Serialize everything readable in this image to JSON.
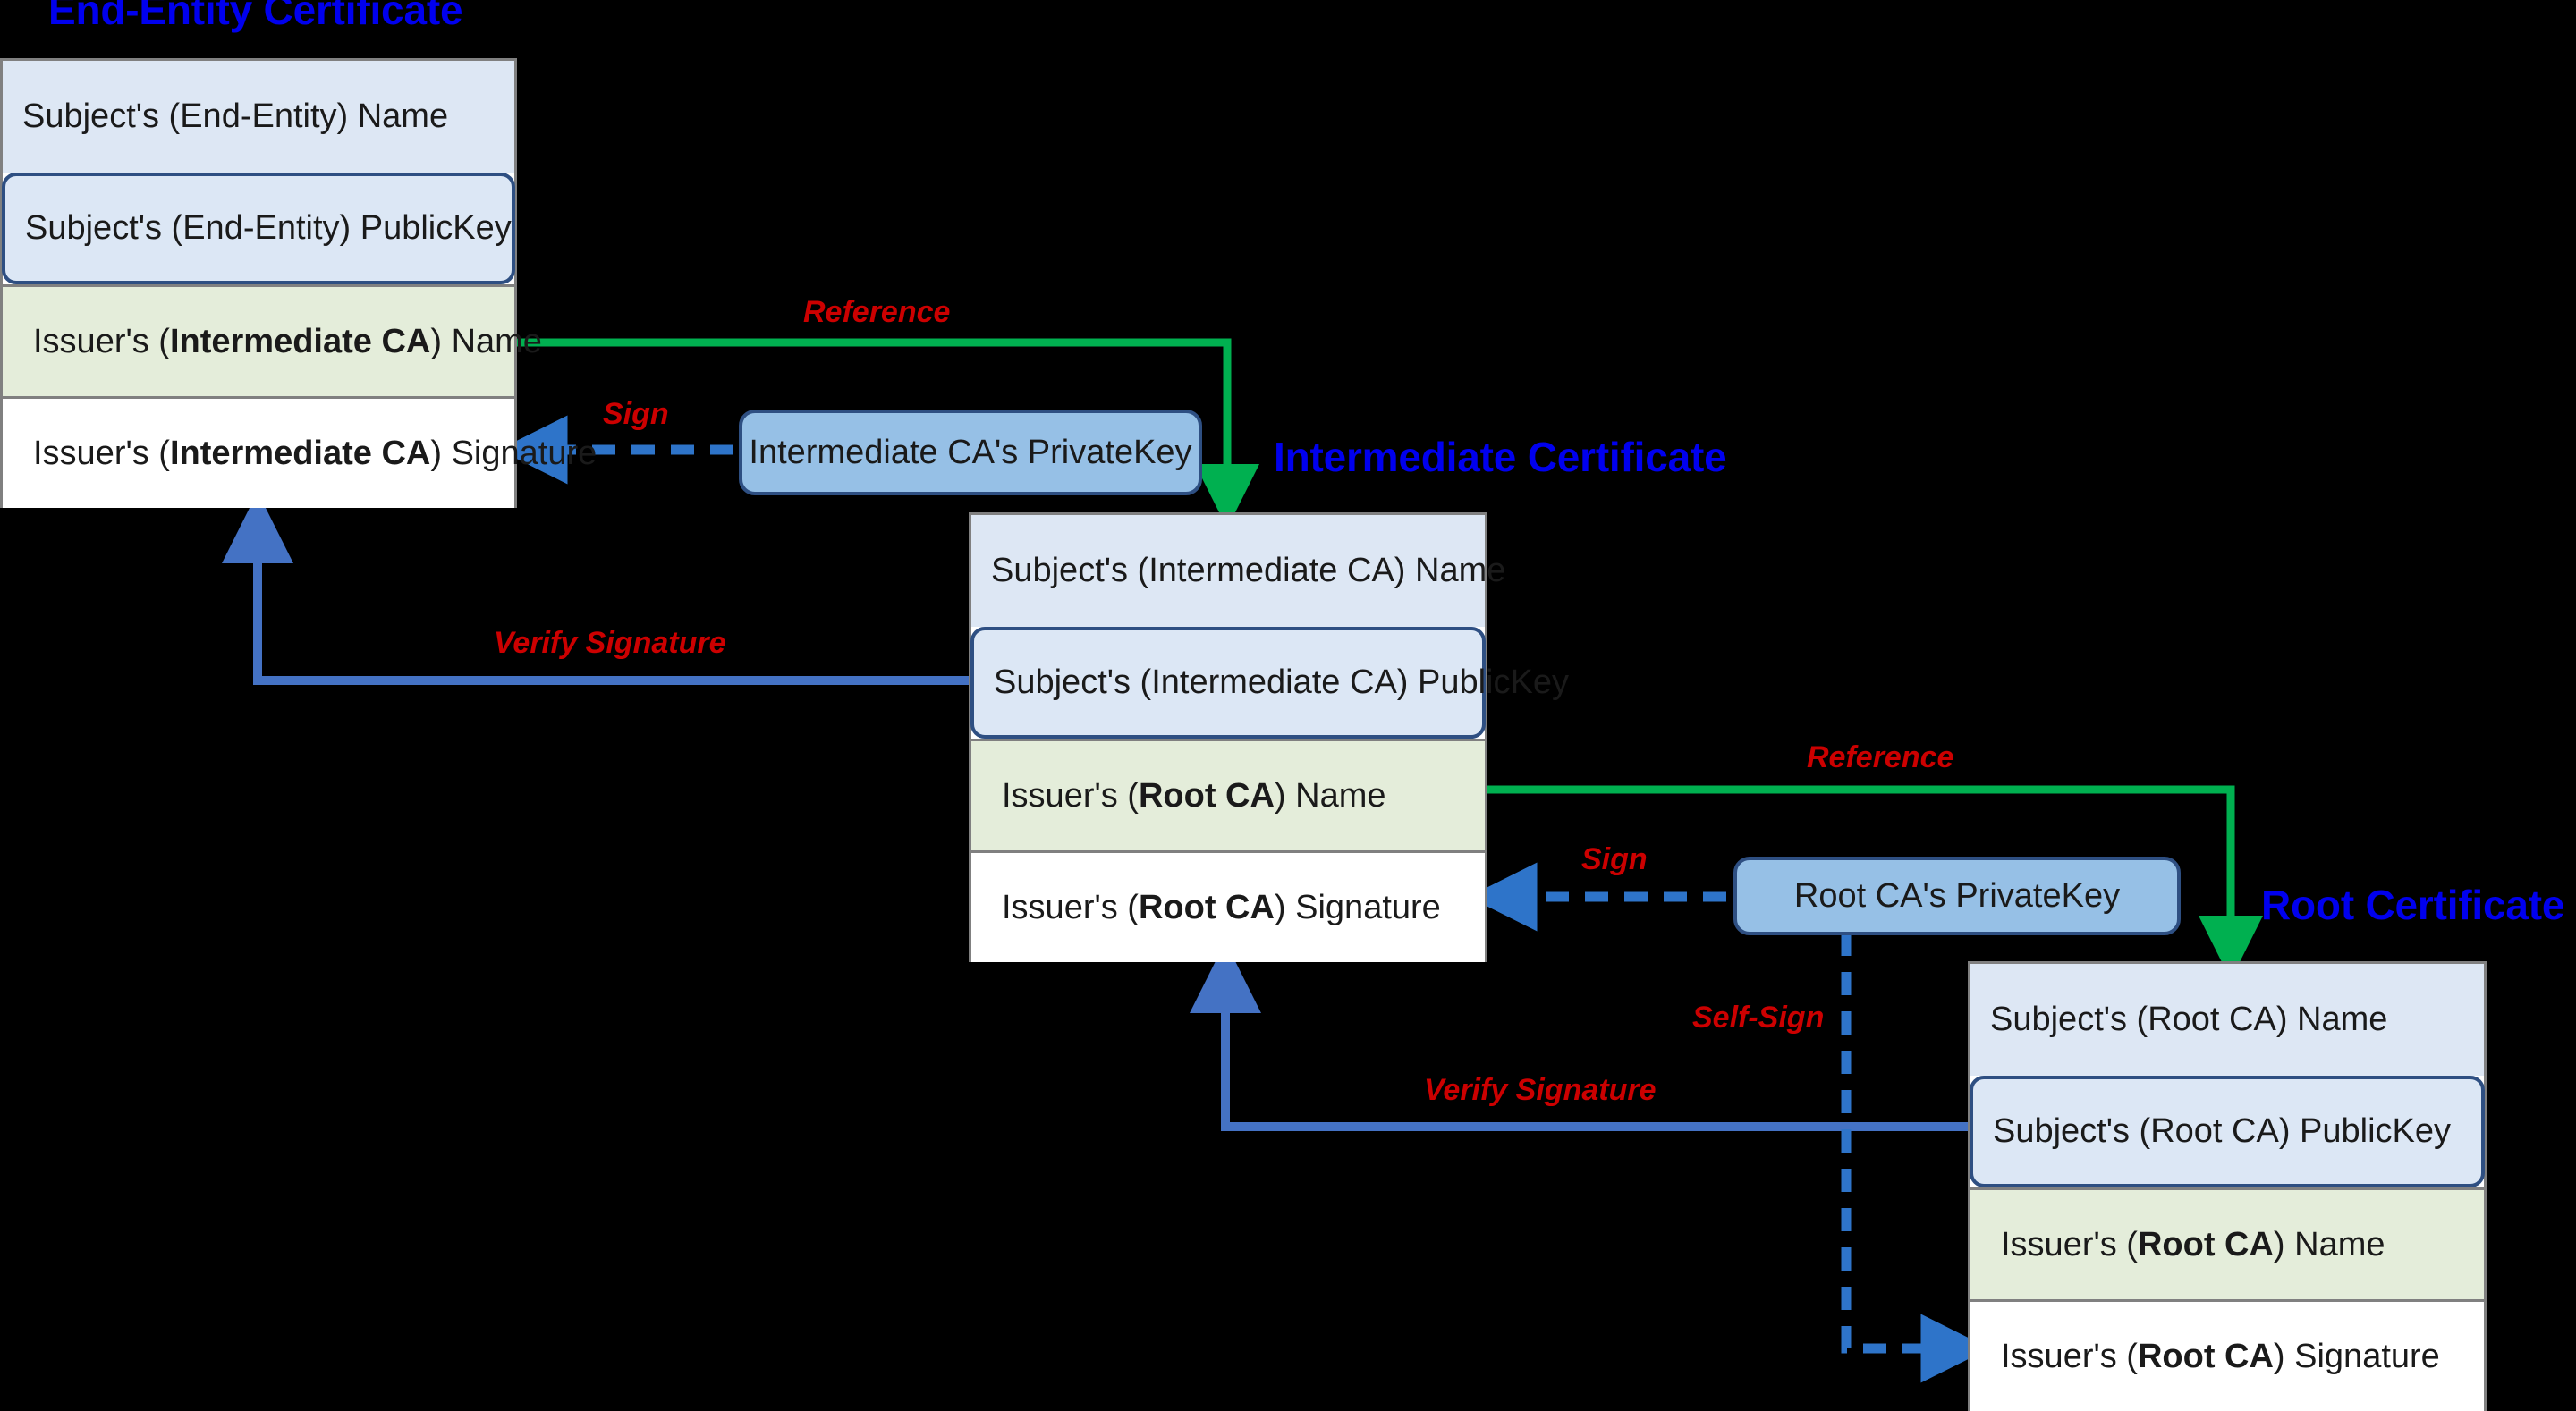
{
  "diagram": {
    "title_color": "#0000ee",
    "label_color": "#cc0000",
    "reference_color": "#00b050",
    "verify_color": "#4472c4",
    "sign_color": "#1f6fc4"
  },
  "end_entity": {
    "title": "End-Entity Certificate",
    "rows": [
      {
        "text": "Subject's (End-Entity) Name",
        "kind": "name"
      },
      {
        "text": "Subject's (End-Entity) PublicKey",
        "kind": "pubkey"
      },
      {
        "pre": "Issuer's (",
        "bold": "Intermediate CA",
        "post": ") Name",
        "kind": "issuer"
      },
      {
        "pre": "Issuer's (",
        "bold": "Intermediate CA",
        "post": ") Signature",
        "kind": "sig"
      }
    ]
  },
  "intermediate": {
    "title": "Intermediate Certificate",
    "rows": [
      {
        "text": "Subject's (Intermediate CA) Name",
        "kind": "name"
      },
      {
        "text": "Subject's (Intermediate CA) PublicKey",
        "kind": "pubkey"
      },
      {
        "pre": "Issuer's (",
        "bold": "Root CA",
        "post": ") Name",
        "kind": "issuer"
      },
      {
        "pre": "Issuer's (",
        "bold": "Root CA",
        "post": ") Signature",
        "kind": "sig"
      }
    ]
  },
  "root": {
    "title": "Root Certificate",
    "rows": [
      {
        "text": "Subject's (Root CA) Name",
        "kind": "name"
      },
      {
        "text": "Subject's (Root CA) PublicKey",
        "kind": "pubkey"
      },
      {
        "pre": "Issuer's (",
        "bold": "Root CA",
        "post": ") Name",
        "kind": "issuer"
      },
      {
        "pre": "Issuer's (",
        "bold": "Root CA",
        "post": ") Signature",
        "kind": "sig"
      }
    ]
  },
  "keys": {
    "intermediate_private": "Intermediate CA's PrivateKey",
    "root_private": "Root CA's PrivateKey"
  },
  "edges": {
    "reference_top": "Reference",
    "sign_top": "Sign",
    "verify_top": "Verify Signature",
    "reference_bottom": "Reference",
    "sign_bottom": "Sign",
    "verify_bottom": "Verify Signature",
    "self_sign": "Self-Sign"
  }
}
